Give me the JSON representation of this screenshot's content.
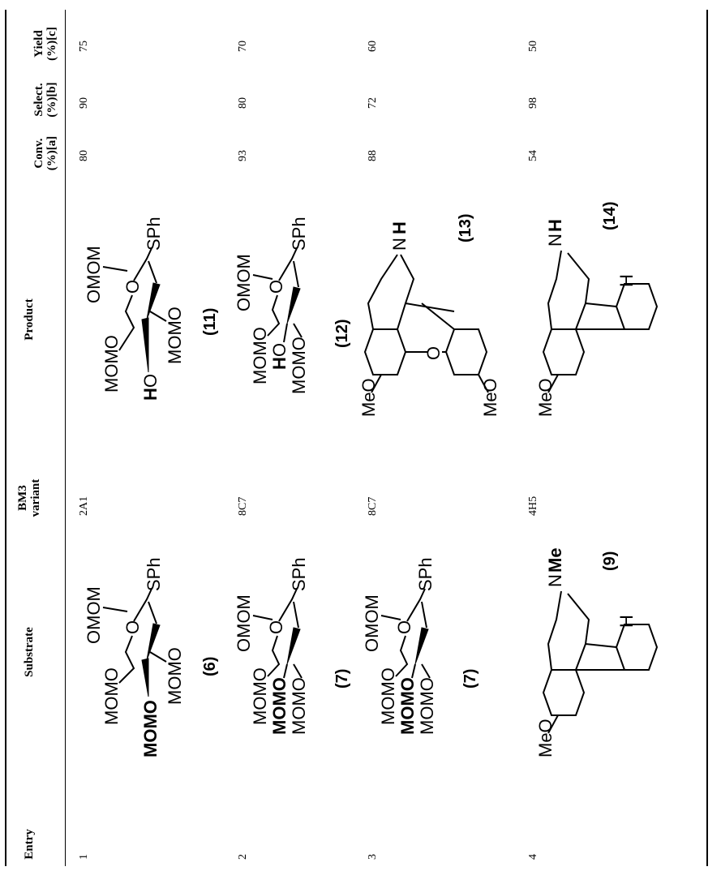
{
  "table": {
    "headers": {
      "entry": "Entry",
      "substrate": "Substrate",
      "bm3": [
        "BM3",
        "variant"
      ],
      "product": "Product",
      "conv": [
        "Conv.",
        "(%)[a]"
      ],
      "select": [
        "Select.",
        "(%)[b]"
      ],
      "yield": [
        "Yield",
        "(%)[c]"
      ]
    },
    "rows": [
      {
        "entry": "1",
        "substrate_label": "(6)",
        "bm3": "2A1",
        "product_label": "(11)",
        "conv": "80",
        "select": "90",
        "yield": "75"
      },
      {
        "entry": "2",
        "substrate_label": "(7)",
        "bm3": "8C7",
        "product_label": "(12)",
        "conv": "93",
        "select": "80",
        "yield": "70"
      },
      {
        "entry": "3",
        "substrate_label": "(7)",
        "bm3": "8C7",
        "product_label": "(13)",
        "conv": "88",
        "select": "72",
        "yield": "60"
      },
      {
        "entry": "4",
        "substrate_label": "(9)",
        "bm3": "4H5",
        "product_label": "(14)",
        "conv": "54",
        "select": "98",
        "yield": "50"
      }
    ]
  },
  "chem_text": {
    "momo": "MOMO",
    "omom": "OMOM",
    "o": "O",
    "sph": "SPh",
    "ho": "HO",
    "h_red": "H",
    "o_tail": "O",
    "meo": "MeO",
    "nh_n": "N",
    "nh_h": "H",
    "nme_n": "N",
    "nme_me": "Me",
    "h": "H"
  },
  "colors": {
    "accent_blue": "#1a1aff",
    "accent_red": "#e00000"
  }
}
